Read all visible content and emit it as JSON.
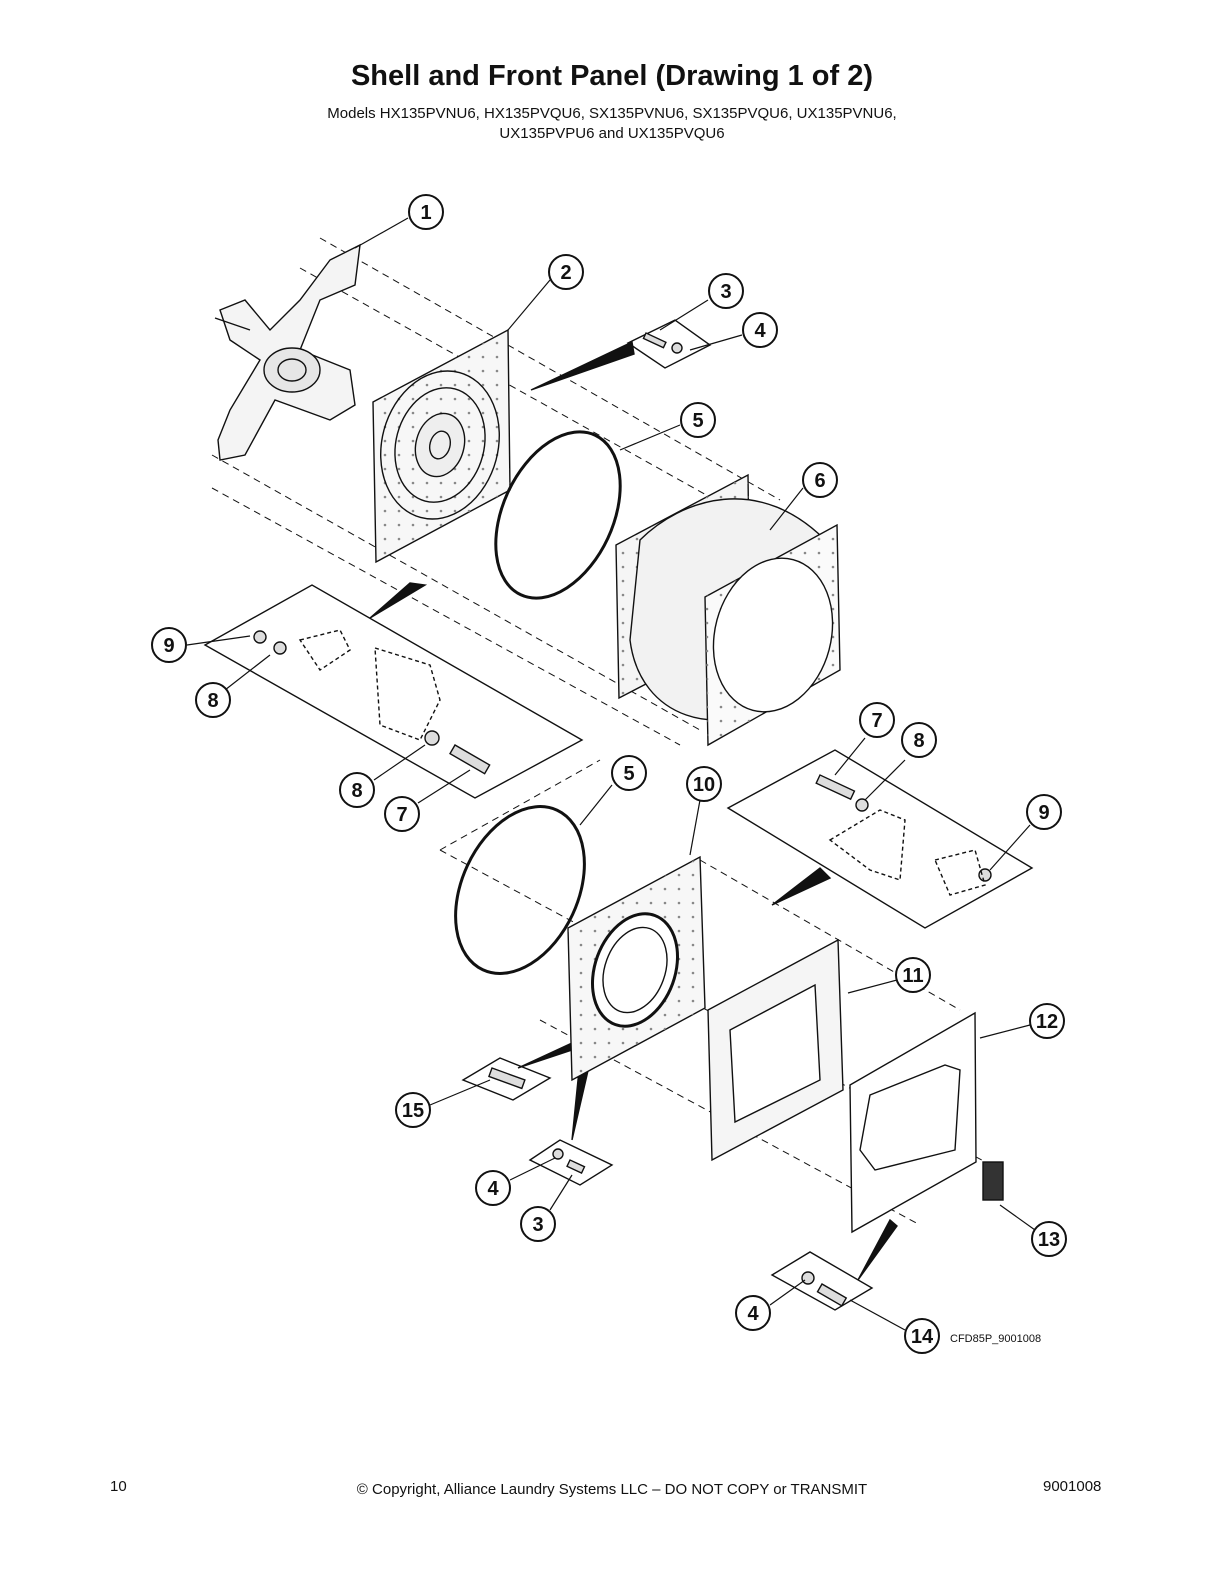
{
  "header": {
    "title": "Shell and Front Panel (Drawing 1 of 2)",
    "subtitle_line1": "Models HX135PVNU6, HX135PVQU6, SX135PVNU6, SX135PVQU6, UX135PVNU6,",
    "subtitle_line2": "UX135PVPU6 and UX135PVQU6"
  },
  "callouts": [
    "1",
    "2",
    "3",
    "4",
    "5",
    "6",
    "9",
    "8",
    "8",
    "7",
    "5",
    "10",
    "7",
    "8",
    "9",
    "11",
    "12",
    "15",
    "4",
    "3",
    "13",
    "4",
    "14"
  ],
  "drawing_code": "CFD85P_9001008",
  "footer": {
    "page_number": "10",
    "copyright": "© Copyright, Alliance Laundry Systems LLC – DO NOT COPY or TRANSMIT",
    "doc_number": "9001008"
  }
}
